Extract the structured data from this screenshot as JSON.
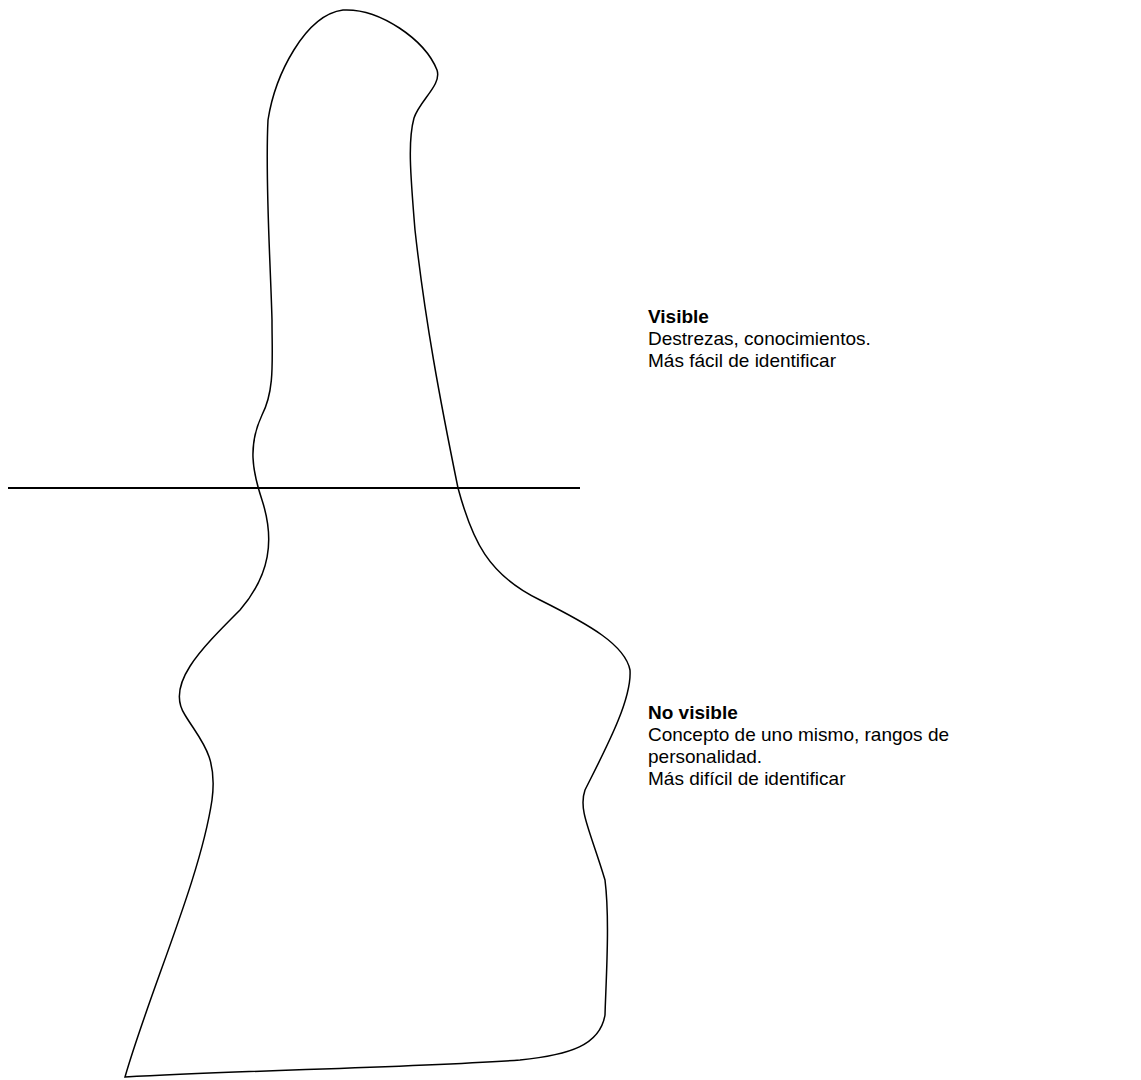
{
  "diagram": {
    "labels": [
      "Visible",
      "Destrezas, conocimientos.",
      "Más fácil de identificar",
      "No visible",
      "Concepto de uno mismo, rangos de personalidad.",
      "Más difícil de identificar"
    ]
  }
}
